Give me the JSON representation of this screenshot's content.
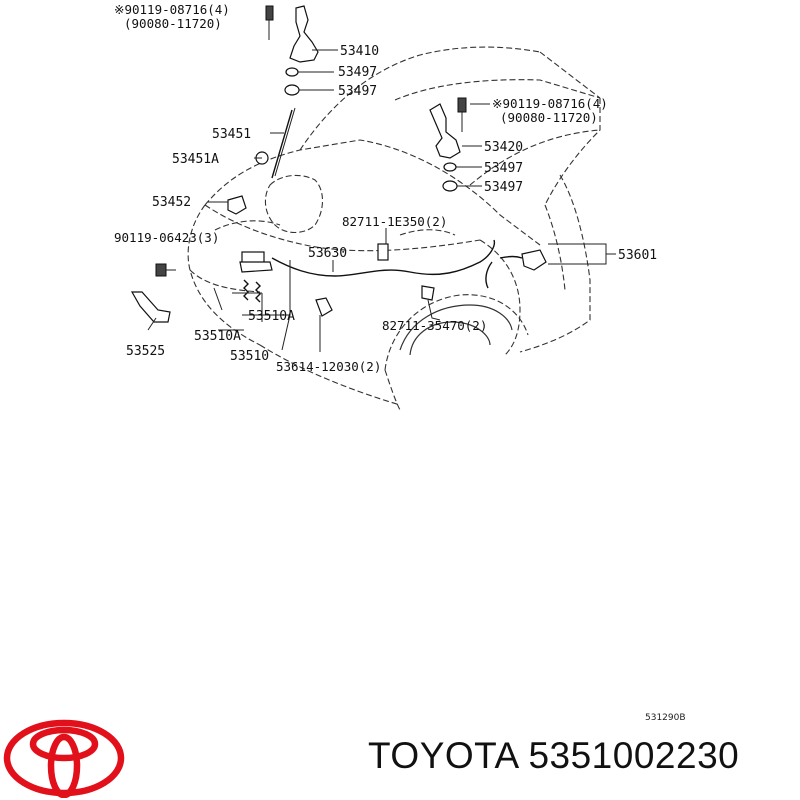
{
  "diagram": {
    "labels": {
      "l_90119_08716_top": "※90119-08716(4)",
      "l_90080_11720_top": "(90080-11720)",
      "l_53410": "53410",
      "l_53497_a": "53497",
      "l_53497_b": "53497",
      "l_90119_08716_right": "※90119-08716(4)",
      "l_90080_11720_right": "(90080-11720)",
      "l_53451": "53451",
      "l_53420": "53420",
      "l_53451A": "53451A",
      "l_53497_c": "53497",
      "l_53497_d": "53497",
      "l_53452": "53452",
      "l_82711_1E350": "82711-1E350(2)",
      "l_90119_06423": "90119-06423(3)",
      "l_53630": "53630",
      "l_53601": "53601",
      "l_53510A_a": "53510A",
      "l_82711_35470": "82711-35470(2)",
      "l_53510A_b": "53510A",
      "l_53525": "53525",
      "l_53510": "53510",
      "l_53614_12030": "53614-12030(2)"
    },
    "figure_code": "531290B"
  },
  "footer": {
    "brand": "TOYOTA",
    "part_number": "5351002230",
    "logo_icon": "toyota-logo-icon",
    "logo_color": "#e2101a"
  }
}
